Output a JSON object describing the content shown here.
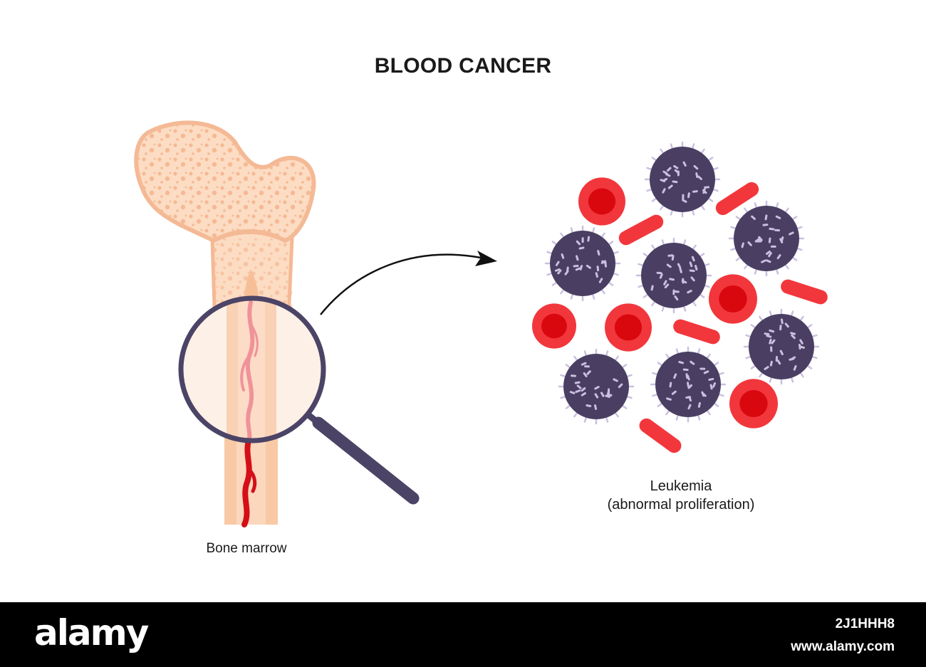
{
  "title": "BLOOD CANCER",
  "labels": {
    "bone": "Bone marrow",
    "leukemia": "Leukemia",
    "leukemia_sub": "(abnormal proliferation)"
  },
  "footer": {
    "brand": "alamy",
    "image_id": "2J1HHH8",
    "site": "www.alamy.com"
  },
  "colors": {
    "bone_light": "#fcd9bd",
    "bone_mid": "#f6bf97",
    "marrow_red": "#d40f17",
    "lens_ring": "#4b4466",
    "wbc": "#4a3f63",
    "wbc_spots": "#c9c0e0",
    "rbc_outer": "#f2373c",
    "rbc_inner": "#d9080f"
  }
}
